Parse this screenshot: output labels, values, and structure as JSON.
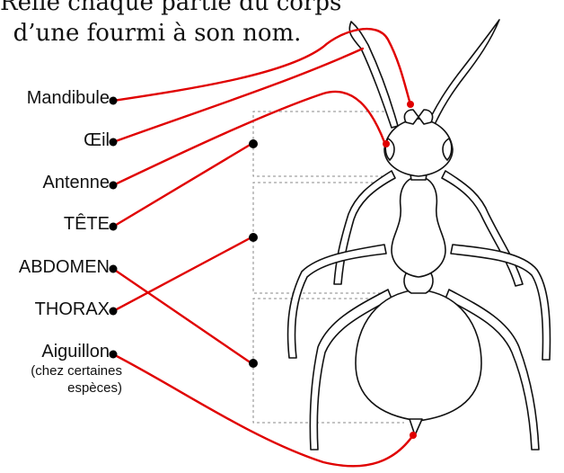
{
  "instruction": {
    "line1": "Relie chaque partie du corps",
    "line2": "d’une fourmi à son nom."
  },
  "labels": {
    "mandibule": "Mandibule",
    "oeil": "Œil",
    "antenne": "Antenne",
    "tete": "TÊTE",
    "abdomen": "ABDOMEN",
    "thorax": "THORAX",
    "aiguillon": "Aiguillon",
    "aiguillon_note_line1": "(chez certaines",
    "aiguillon_note_line2": "espèces)"
  },
  "colors": {
    "connector": "#e00000",
    "outline": "#111111",
    "bracket": "#888888",
    "dot": "#000000"
  }
}
